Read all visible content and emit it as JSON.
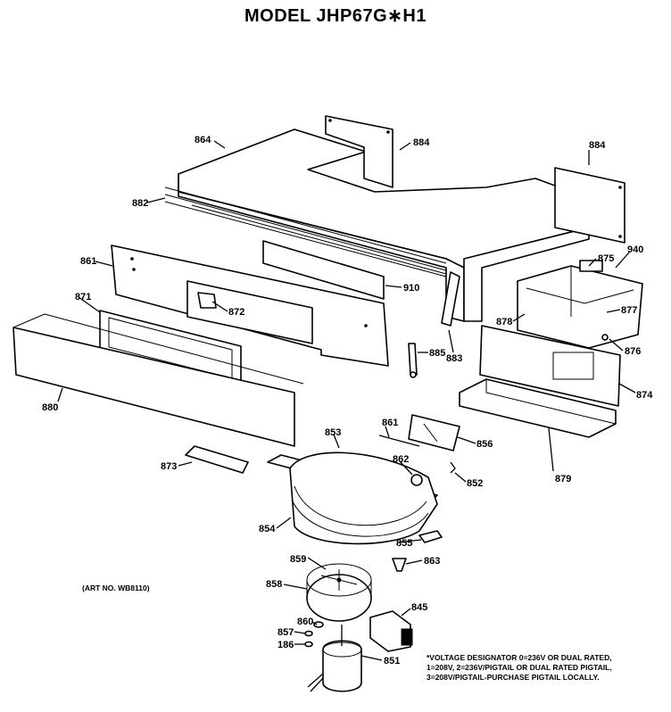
{
  "title": "MODEL JHP67G∗H1",
  "art_no": "(ART NO. WB8110)",
  "footnote": [
    "*VOLTAGE DESIGNATOR 0=236V OR DUAL RATED,",
    "1=208V, 2=236V/PIGTAIL OR DUAL RATED PIGTAIL,",
    "3=208V/PIGTAIL-PURCHASE PIGTAIL LOCALLY."
  ],
  "labels": {
    "p864a": "864",
    "p884a": "884",
    "p884b": "884",
    "p882": "882",
    "p861a": "861",
    "p910": "910",
    "p871": "871",
    "p872": "872",
    "p880": "880",
    "p875": "875",
    "p940": "940",
    "p878": "878",
    "p877": "877",
    "p876": "876",
    "p885": "885",
    "p883": "883",
    "p874": "874",
    "p879": "879",
    "p861b": "861",
    "p856": "856",
    "p853": "853",
    "p862": "862",
    "p852": "852",
    "p873": "873",
    "p854": "854",
    "p855": "855",
    "p863": "863",
    "p859": "859",
    "p858": "858",
    "p845": "845",
    "p860": "860",
    "p857": "857",
    "p186": "186",
    "p851": "851"
  }
}
